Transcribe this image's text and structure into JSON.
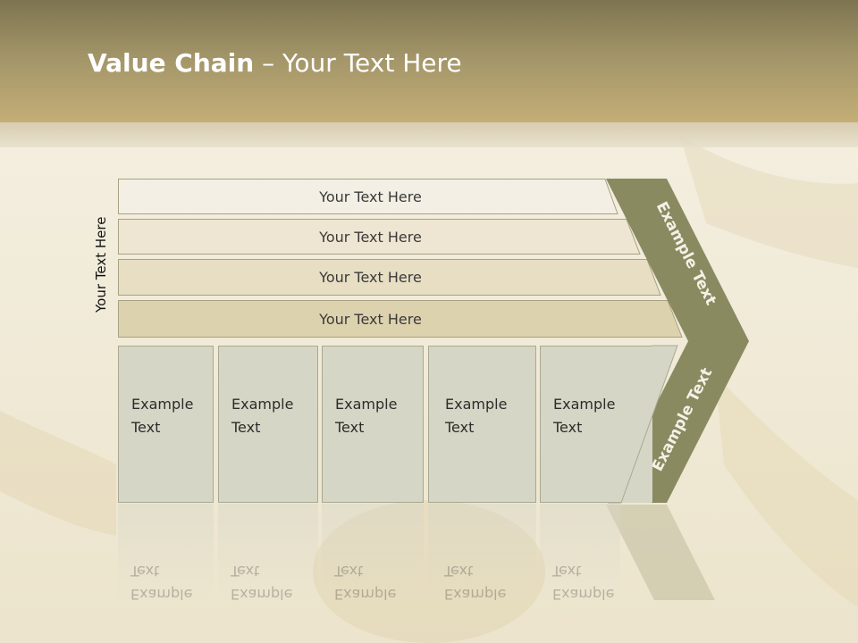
{
  "title": {
    "bold": "Value Chain",
    "rest": " – Your Text Here"
  },
  "side_label": "Your Text Here",
  "rows": [
    {
      "label": "Your Text Here"
    },
    {
      "label": "Your Text Here"
    },
    {
      "label": "Your Text Here"
    },
    {
      "label": "Your Text Here"
    }
  ],
  "boxes": [
    {
      "line1": "Example",
      "line2": "Text"
    },
    {
      "line1": "Example",
      "line2": "Text"
    },
    {
      "line1": "Example",
      "line2": "Text"
    },
    {
      "line1": "Example",
      "line2": "Text"
    },
    {
      "line1": "Example",
      "line2": "Text"
    }
  ],
  "chevron": {
    "upper": "Example Text",
    "lower": "Example Text"
  },
  "colors": {
    "header": "#a5976a",
    "chevron": "#8a8a61",
    "box": "#d6d6c6",
    "row_light": "#f3efe4",
    "row_dark": "#ddd2ae"
  }
}
